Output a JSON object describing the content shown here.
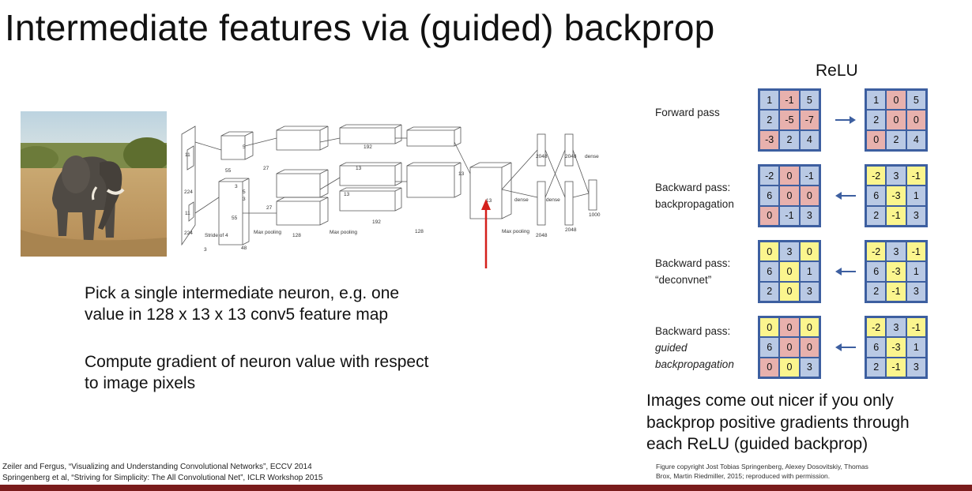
{
  "slide": {
    "title": "Intermediate features via (guided) backprop",
    "body_line1": "Pick a single intermediate neuron, e.g. one",
    "body_line2": "value in 128 x 13 x 13 conv5 feature map",
    "body_line3": "Compute gradient of neuron value with respect",
    "body_line4": "to image pixels",
    "citation1": "Zeiler and Fergus, “Visualizing and Understanding Convolutional Networks”, ECCV 2014",
    "citation2": "Springenberg et al, “Striving for Simplicity: The All Convolutional Net”, ICLR Workshop 2015"
  },
  "network": {
    "labels": [
      "224",
      "224",
      "3",
      "Stride of 4",
      "55",
      "55",
      "48",
      "11",
      "11",
      "5",
      "5",
      "3",
      "3",
      "Max pooling",
      "27",
      "27",
      "128",
      "Max pooling",
      "192",
      "13",
      "13",
      "192",
      "128",
      "13",
      "13",
      "Max pooling",
      "dense",
      "dense",
      "dense",
      "2048",
      "2048",
      "2048",
      "2048",
      "1000"
    ]
  },
  "relu": {
    "title": "ReLU",
    "rows": [
      {
        "label": [
          "Forward pass"
        ],
        "left": [
          [
            "1",
            "-1",
            "5"
          ],
          [
            "2",
            "-5",
            "-7"
          ],
          [
            "-3",
            "2",
            "4"
          ]
        ],
        "left_colors": [
          [
            "blue",
            "red",
            "blue"
          ],
          [
            "blue",
            "red",
            "red"
          ],
          [
            "red",
            "blue",
            "blue"
          ]
        ],
        "right": [
          [
            "1",
            "0",
            "5"
          ],
          [
            "2",
            "0",
            "0"
          ],
          [
            "0",
            "2",
            "4"
          ]
        ],
        "right_colors": [
          [
            "blue",
            "red",
            "blue"
          ],
          [
            "blue",
            "red",
            "red"
          ],
          [
            "red",
            "blue",
            "blue"
          ]
        ],
        "direction": "right"
      },
      {
        "label": [
          "Backward pass:",
          "backpropagation"
        ],
        "left": [
          [
            "-2",
            "0",
            "-1"
          ],
          [
            "6",
            "0",
            "0"
          ],
          [
            "0",
            "-1",
            "3"
          ]
        ],
        "left_colors": [
          [
            "blue",
            "red",
            "blue"
          ],
          [
            "blue",
            "red",
            "red"
          ],
          [
            "red",
            "blue",
            "blue"
          ]
        ],
        "right": [
          [
            "-2",
            "3",
            "-1"
          ],
          [
            "6",
            "-3",
            "1"
          ],
          [
            "2",
            "-1",
            "3"
          ]
        ],
        "right_colors": [
          [
            "yellow",
            "blue",
            "yellow"
          ],
          [
            "blue",
            "yellow",
            "blue"
          ],
          [
            "blue",
            "yellow",
            "blue"
          ]
        ],
        "direction": "left"
      },
      {
        "label": [
          "Backward pass:",
          "“deconvnet”"
        ],
        "left": [
          [
            "0",
            "3",
            "0"
          ],
          [
            "6",
            "0",
            "1"
          ],
          [
            "2",
            "0",
            "3"
          ]
        ],
        "left_colors": [
          [
            "yellow",
            "blue",
            "yellow"
          ],
          [
            "blue",
            "yellow",
            "blue"
          ],
          [
            "blue",
            "yellow",
            "blue"
          ]
        ],
        "right": [
          [
            "-2",
            "3",
            "-1"
          ],
          [
            "6",
            "-3",
            "1"
          ],
          [
            "2",
            "-1",
            "3"
          ]
        ],
        "right_colors": [
          [
            "yellow",
            "blue",
            "yellow"
          ],
          [
            "blue",
            "yellow",
            "blue"
          ],
          [
            "blue",
            "yellow",
            "blue"
          ]
        ],
        "direction": "left"
      },
      {
        "label": [
          "Backward pass:",
          "guided",
          "backpropagation"
        ],
        "left": [
          [
            "0",
            "0",
            "0"
          ],
          [
            "6",
            "0",
            "0"
          ],
          [
            "0",
            "0",
            "3"
          ]
        ],
        "left_colors": [
          [
            "yellow",
            "red",
            "yellow"
          ],
          [
            "blue",
            "red",
            "red"
          ],
          [
            "red",
            "yellow",
            "blue"
          ]
        ],
        "right": [
          [
            "-2",
            "3",
            "-1"
          ],
          [
            "6",
            "-3",
            "1"
          ],
          [
            "2",
            "-1",
            "3"
          ]
        ],
        "right_colors": [
          [
            "yellow",
            "blue",
            "yellow"
          ],
          [
            "blue",
            "yellow",
            "blue"
          ],
          [
            "blue",
            "yellow",
            "blue"
          ]
        ],
        "direction": "left"
      }
    ],
    "note_line1": "Images come out nicer if you only",
    "note_line2": "backprop positive gradients through",
    "note_line3": "each ReLU (guided backprop)",
    "figure_credit1": "Figure copyright Jost Tobias Springenberg, Alexey Dosovitskiy, Thomas",
    "figure_credit2": "Brox, Martin Riedmiller, 2015; reproduced with permission."
  },
  "colors": {
    "blue": "#b9c9e4",
    "red": "#e8b1ad",
    "yellow": "#fbf58e",
    "grid_border": "#3d5fa0",
    "arrow": "#3d5fa0",
    "pointer": "#d4201c",
    "bottom_bar": "#7a1c1c"
  }
}
